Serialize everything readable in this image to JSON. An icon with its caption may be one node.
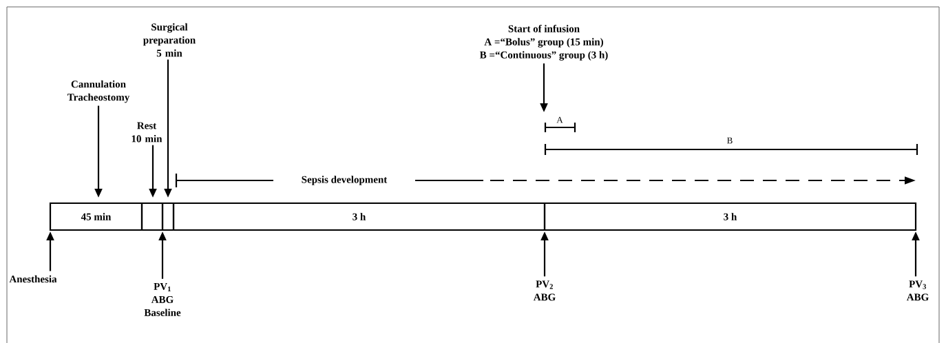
{
  "diagram": {
    "nodes": [
      {
        "text": [
          "Cannulation Tracheostomy"
        ]
      },
      {
        "text": [
          "Rest 10 min"
        ]
      },
      {
        "text": [
          "Surgical preparation 5 min"
        ]
      },
      {
        "text": [
          "Start of infusion",
          "A =“Bolus” group (15 min)",
          "B =“Continuous” group (3 h)"
        ]
      },
      {
        "text": [
          "45 min"
        ]
      },
      {
        "text": [],
        "shape": "box"
      },
      {
        "text": [],
        "shape": "box"
      },
      {
        "text": [
          "3 h"
        ]
      },
      {
        "text": [
          "3 h"
        ]
      },
      {
        "text": [
          "Anesthesia"
        ]
      },
      {
        "text": [
          "PV$_{1}$ ABG Baseline"
        ]
      },
      {
        "text": [
          "PV$_{2}$ ABG"
        ]
      },
      {
        "text": [
          "PV$_{3}$ ABG"
        ]
      }
    ],
    "edges": [
      {
        "from": 0,
        "to": 4,
        "arrow": "to"
      },
      {
        "from": 1,
        "to": 5,
        "arrow": "to"
      },
      {
        "from": 2,
        "to": 6,
        "arrow": "to"
      },
      {
        "from": 3,
        "to": null,
        "arrow": "to"
      },
      {
        "from": 9,
        "to": 4,
        "arrow": "to"
      },
      {
        "from": 10,
        "to": 6,
        "arrow": "to"
      },
      {
        "from": 11,
        "to": 8,
        "arrow": "to"
      },
      {
        "from": 12,
        "to": 8,
        "arrow": "to"
      }
    ],
    "labels": [
      "Sepsis development",
      "A",
      "B"
    ]
  }
}
